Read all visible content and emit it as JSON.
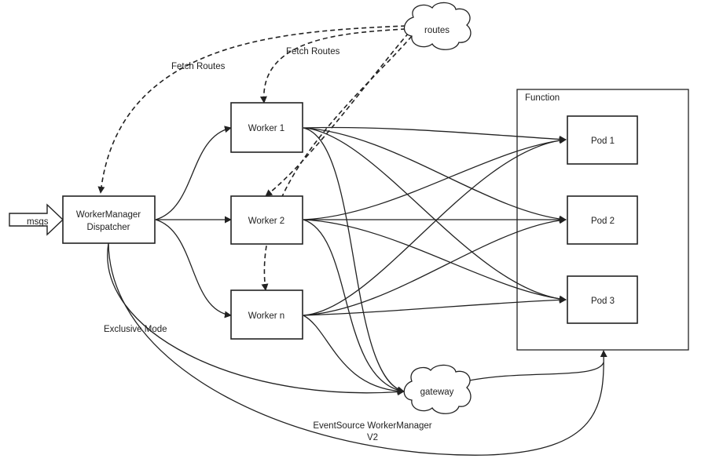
{
  "diagram": {
    "input_label": "msgs",
    "dispatcher": {
      "line1": "WorkerManager",
      "line2": "Dispatcher"
    },
    "workers": [
      "Worker 1",
      "Worker 2",
      "Worker n"
    ],
    "function_group": "Function",
    "pods": [
      "Pod 1",
      "Pod 2",
      "Pod 3"
    ],
    "routes_cloud": "routes",
    "gateway_cloud": "gateway",
    "fetch_routes_left": "Fetch Routes",
    "fetch_routes_top": "Fetch Routes",
    "exclusive_mode": "Exclusive Mode",
    "eventsource": {
      "line1": "EventSource WorkerManager",
      "line2": "V2"
    }
  }
}
